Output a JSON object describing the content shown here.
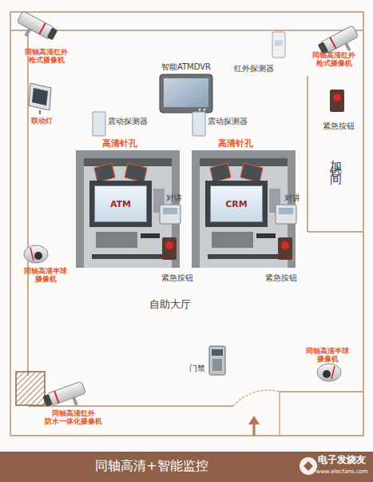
{
  "diagram": {
    "caption": "同轴高清+智能监控",
    "nodes": [
      {
        "text": [
          "ATM"
        ]
      },
      {
        "text": [
          "CRM"
        ]
      }
    ],
    "labels": [
      "同轴高清红外 枪式摄像机",
      "联动灯",
      "智能ATMDVR",
      "红外探测器",
      "同轴高清红外 枪式摄像机",
      "紧急按钮",
      "加钞间",
      "震动探测器",
      "震动探测器",
      "高清针孔",
      "高清针孔",
      "对讲",
      "对讲",
      "紧急按钮",
      "紧急按钮",
      "同轴高清半球 摄像机",
      "自助大厅",
      "门禁",
      "同轴高清半球 摄像机",
      "同轴高清红外 防水一体化摄像机",
      "电子发烧友",
      "www.elecfans.com"
    ]
  }
}
